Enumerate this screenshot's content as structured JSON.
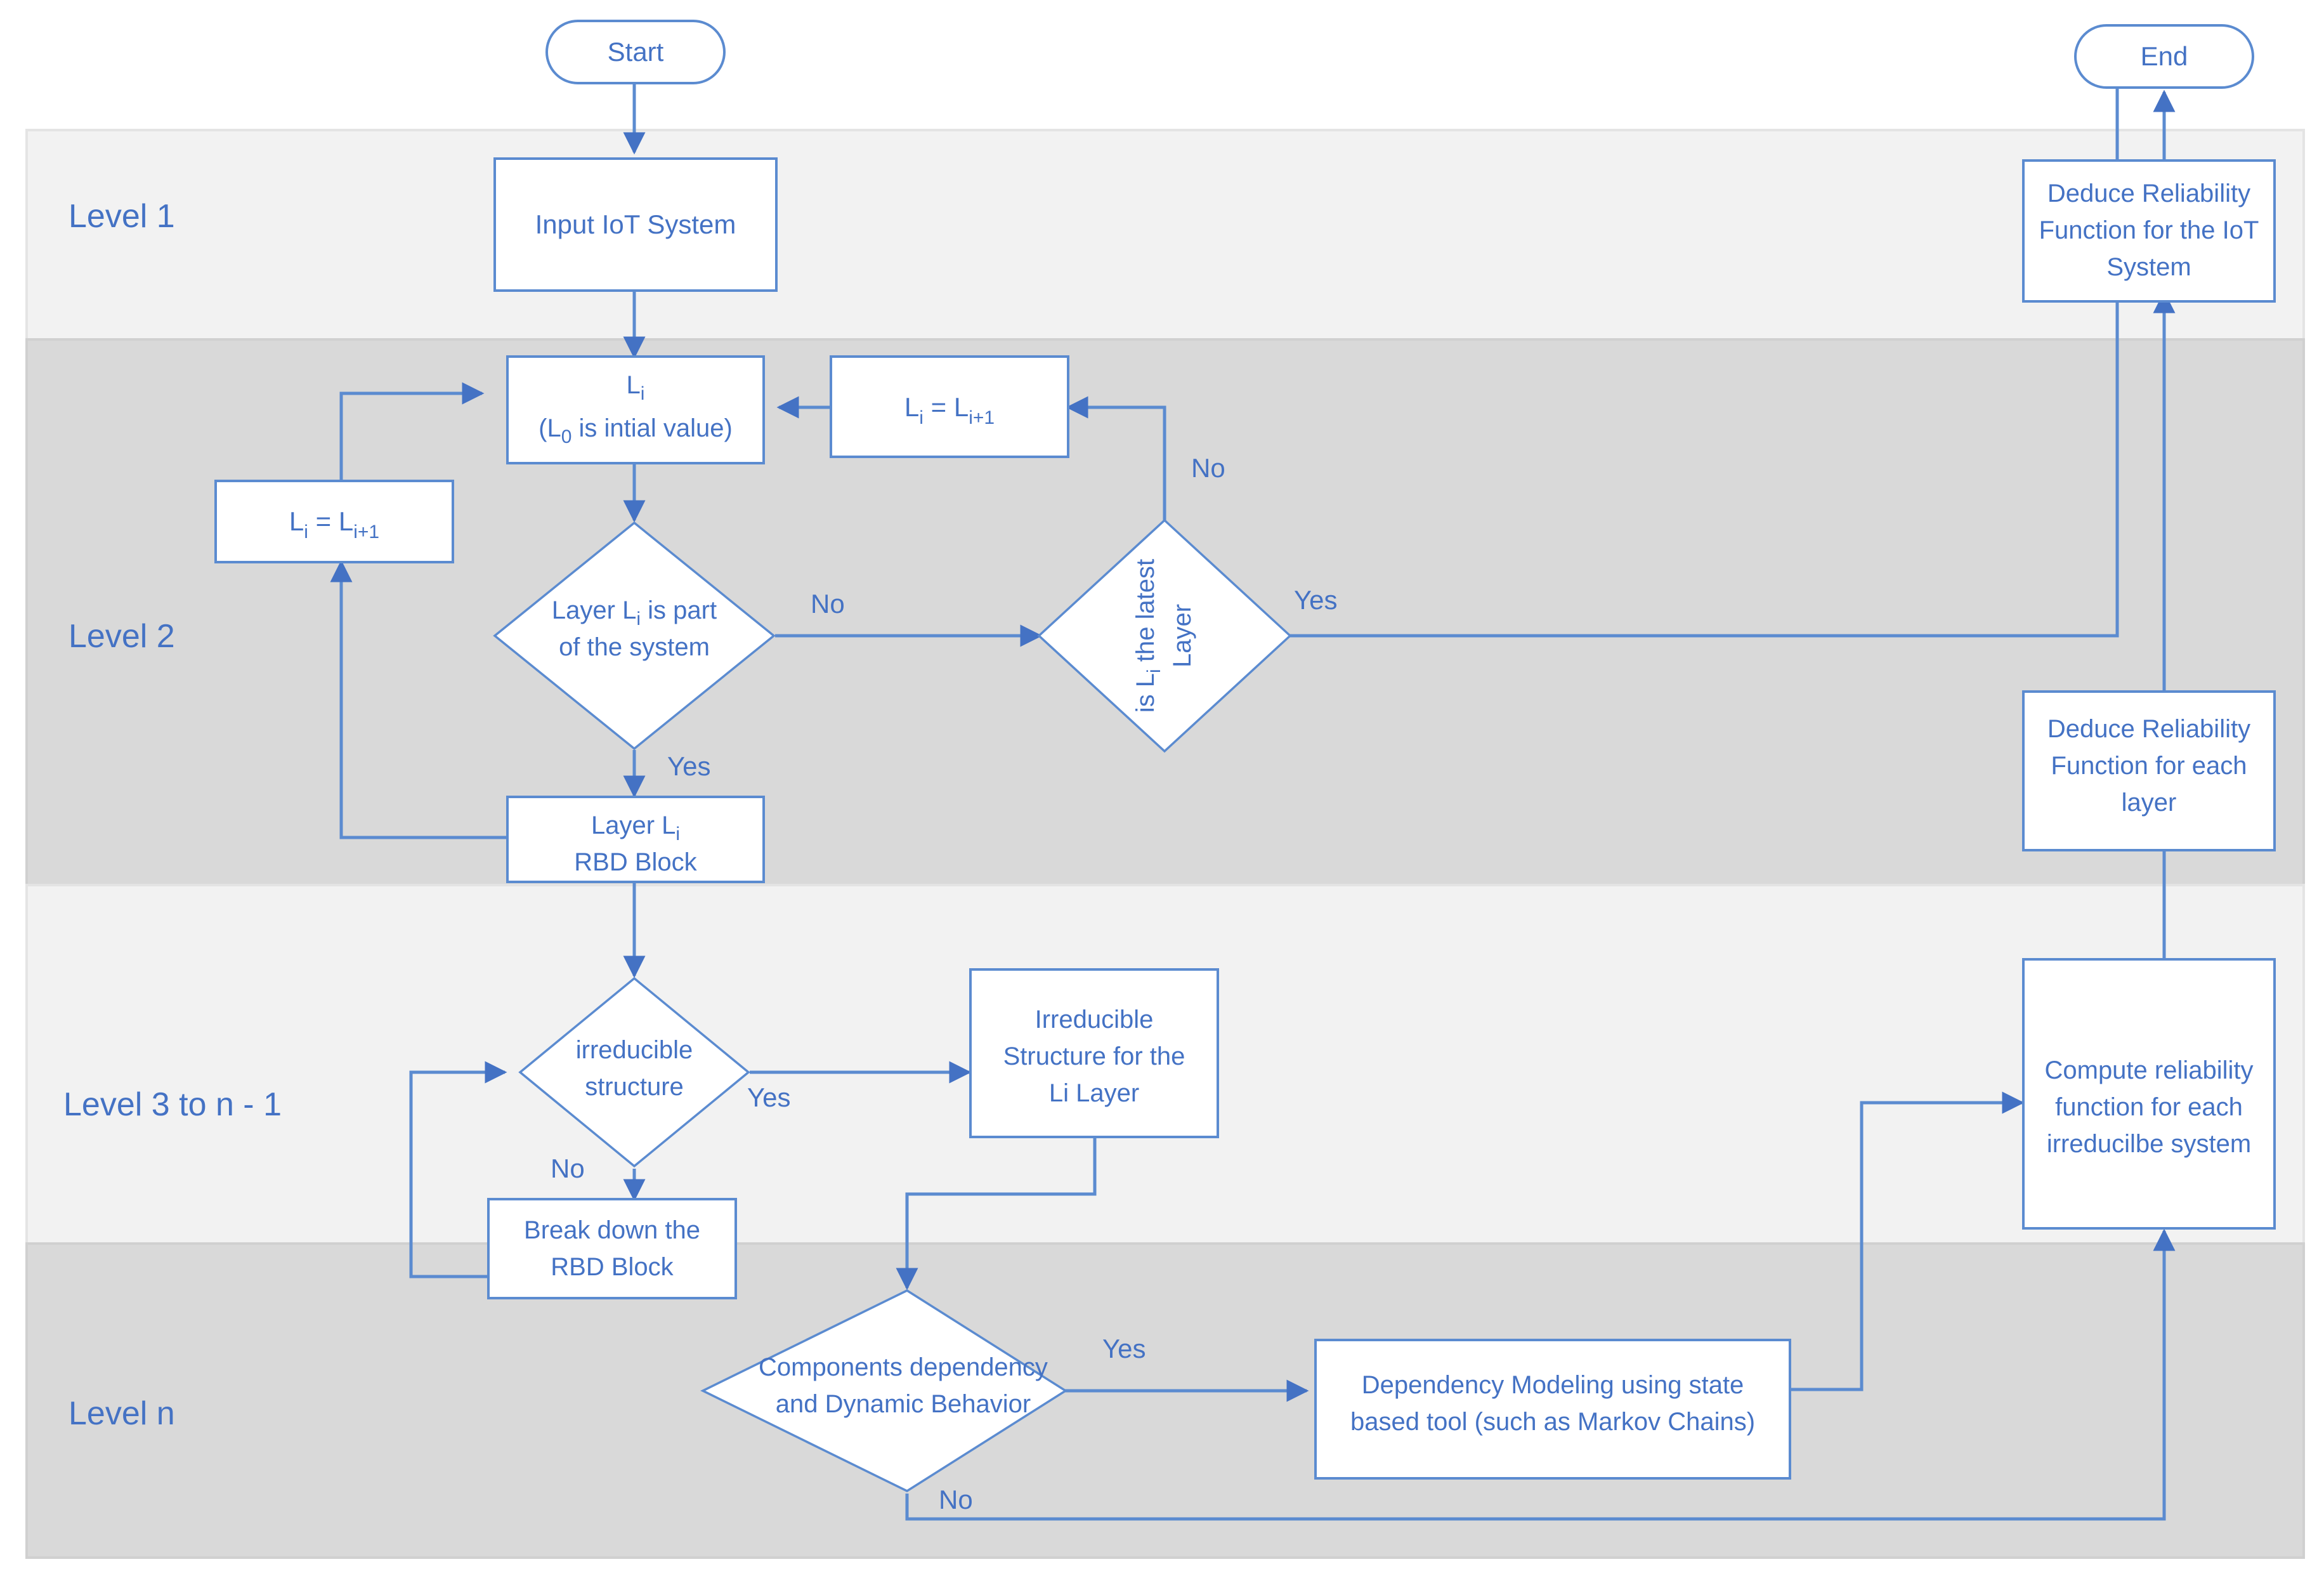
{
  "diagram": {
    "title": "IoT System Reliability Analysis Flowchart",
    "accent_color": "#4472c4",
    "shape_stroke": "#5b8bd0",
    "band_light": "#f2f2f2",
    "band_dark": "#d9d9d9"
  },
  "bands": [
    {
      "id": "level-1",
      "label": "Level 1",
      "tone": "light"
    },
    {
      "id": "level-2",
      "label": "Level 2",
      "tone": "dark"
    },
    {
      "id": "level-3",
      "label": "Level 3 to n - 1",
      "tone": "light"
    },
    {
      "id": "level-n",
      "label": "Level n",
      "tone": "dark"
    }
  ],
  "nodes": {
    "start": {
      "label": "Start",
      "shape": "terminator"
    },
    "end": {
      "label": "End",
      "shape": "terminator"
    },
    "input_iot": {
      "label": "Input IoT System",
      "shape": "process"
    },
    "li_current": {
      "line1": "L",
      "sub1": "i",
      "line2a": "(L",
      "sub2": "0",
      "line2b": " is intial value)",
      "shape": "process"
    },
    "li_assign_right": {
      "a": "L",
      "asub": "i",
      "eq": " =  ",
      "b": "L",
      "bsub": "i+1",
      "shape": "process"
    },
    "li_assign_left": {
      "a": "L",
      "asub": "i",
      "eq": " =  ",
      "b": "L",
      "bsub": "i+1",
      "shape": "process"
    },
    "layer_is_part": {
      "line1a": "Layer  L",
      "sub1": "i",
      "line1b": "  is part",
      "line2": "of the system",
      "shape": "decision"
    },
    "is_latest_layer": {
      "line1a": "is  L",
      "sub1": "i",
      "line1b": "  the latest",
      "line2": "Layer",
      "shape": "decision",
      "rotated": true
    },
    "layer_rbd_block": {
      "line1a": "Layer  L",
      "sub1": "i",
      "line2": "RBD Block",
      "shape": "process"
    },
    "irreducible_structure": {
      "line1": "irreducible",
      "line2": "structure",
      "shape": "decision"
    },
    "irreducible_struct_li": {
      "line1": "Irreducible",
      "line2": "Structure for the",
      "line3": "Li Layer",
      "shape": "process"
    },
    "break_down_rbd": {
      "line1": "Break down the",
      "line2": "RBD Block",
      "shape": "process"
    },
    "components_dependency": {
      "line1": "Components dependency",
      "line2": "and Dynamic Behavior",
      "shape": "decision"
    },
    "dependency_modeling": {
      "line1": "Dependency Modeling using state",
      "line2": "based tool (such as Markov Chains)",
      "shape": "process"
    },
    "compute_reliability": {
      "line1": "Compute reliability",
      "line2": "function for each",
      "line3": "irreducilbe system",
      "shape": "process"
    },
    "deduce_each_layer": {
      "line1": "Deduce Reliability",
      "line2": "Function for each",
      "line3": "layer",
      "shape": "process"
    },
    "deduce_iot_system": {
      "line1": "Deduce Reliability",
      "line2": "Function for the IoT",
      "line3": "System",
      "shape": "process"
    }
  },
  "edge_labels": {
    "no_layer_part": "No",
    "yes_layer_part": "Yes",
    "no_latest_layer": "No",
    "yes_latest_layer": "Yes",
    "yes_irreducible": "Yes",
    "no_irreducible": "No",
    "yes_dependency": "Yes",
    "no_dependency": "No"
  }
}
